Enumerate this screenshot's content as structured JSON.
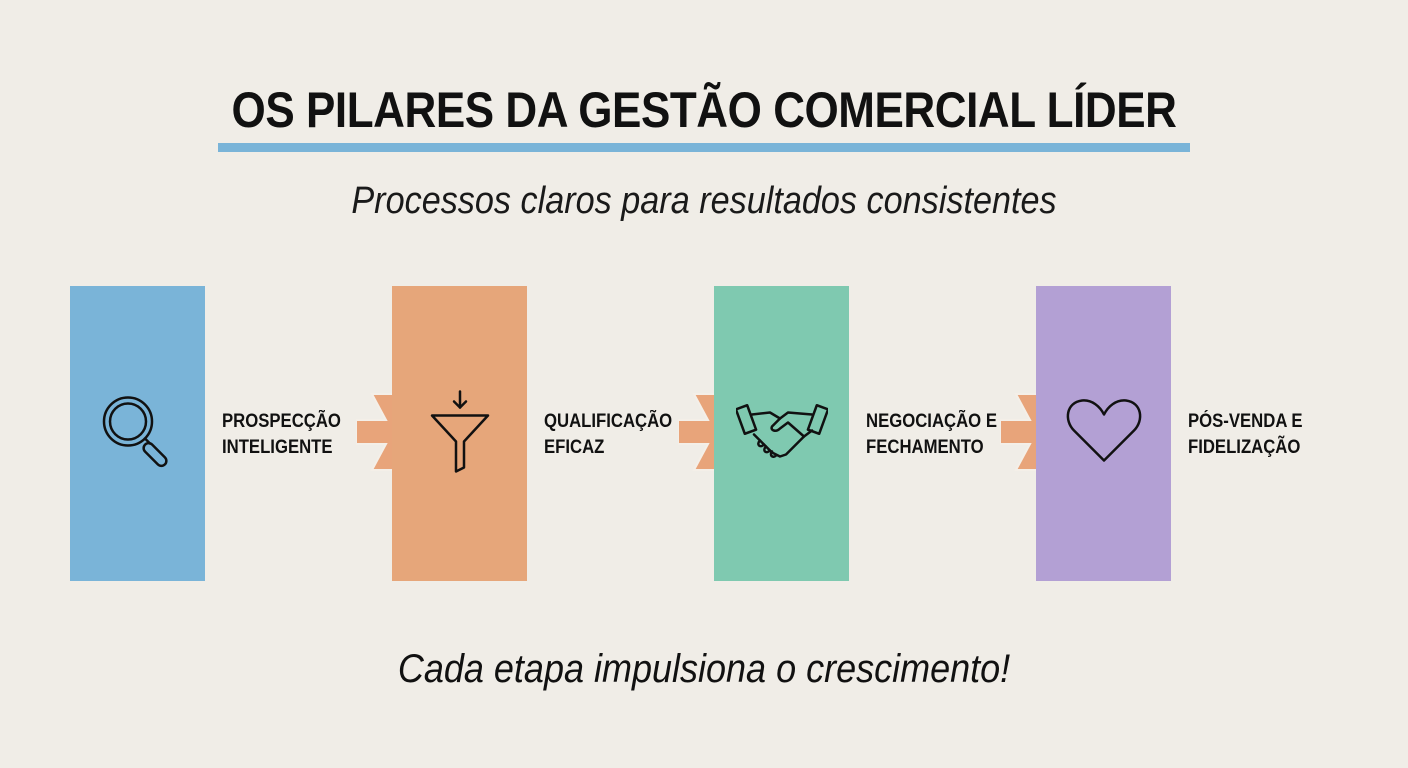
{
  "title": "OS PILARES DA GESTÃO COMERCIAL LÍDER",
  "subtitle": "Processos claros para resultados consistentes",
  "footer": "Cada etapa impulsiona o crescimento!",
  "colors": {
    "background": "#f0ede7",
    "underline": "#7ab4d8",
    "arrow": "#e8a47a"
  },
  "steps": [
    {
      "line1": "PROSPECÇÃO",
      "line2": "INTELIGENTE",
      "icon": "magnifier-icon",
      "color": "#7ab4d8"
    },
    {
      "line1": "QUALIFICAÇÃO",
      "line2": "EFICAZ",
      "icon": "funnel-icon",
      "color": "#e6a67a"
    },
    {
      "line1": "NEGOCIAÇÃO E",
      "line2": "FECHAMENTO",
      "icon": "handshake-icon",
      "color": "#7fc9b0"
    },
    {
      "line1": "PÓS-VENDA E",
      "line2": "FIDELIZAÇÃO",
      "icon": "heart-icon",
      "color": "#b3a0d4"
    }
  ]
}
